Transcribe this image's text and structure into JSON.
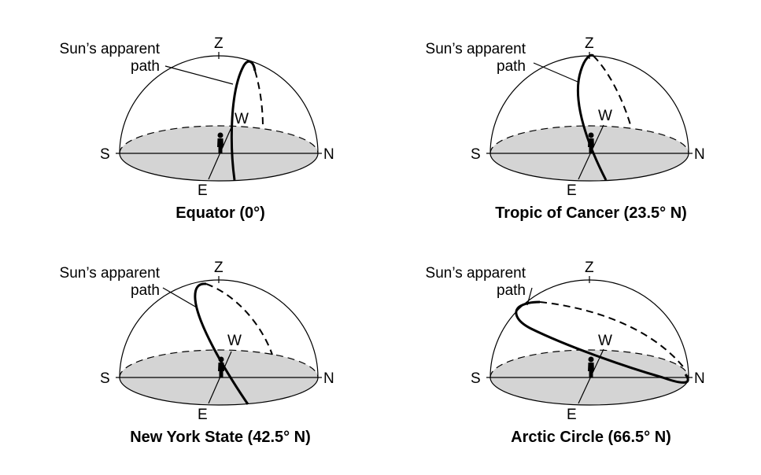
{
  "path_label_line1": "Sun’s apparent",
  "path_label_line2": "path",
  "dir_z": "Z",
  "dir_s": "S",
  "dir_n": "N",
  "dir_e": "E",
  "dir_w": "W",
  "panels": [
    {
      "caption": "Equator (0°)"
    },
    {
      "caption": "Tropic of Cancer (23.5° N)"
    },
    {
      "caption": "New York State (42.5° N)"
    },
    {
      "caption": "Arctic Circle (66.5° N)"
    }
  ],
  "colors": {
    "horizon_fill": "#d4d4d4",
    "ink": "#000000"
  }
}
